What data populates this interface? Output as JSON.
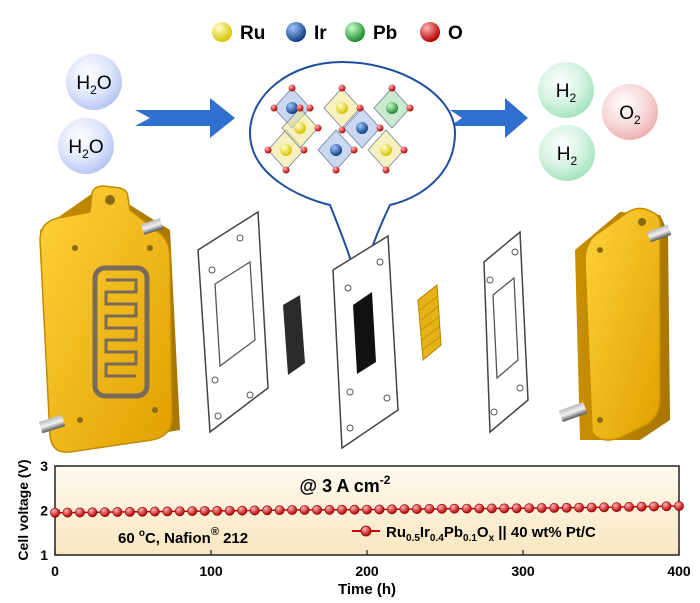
{
  "legend": [
    {
      "label": "Ru",
      "color": "#f2e51c"
    },
    {
      "label": "Ir",
      "color": "#1f5fa8"
    },
    {
      "label": "Pb",
      "color": "#2fae4a"
    },
    {
      "label": "O",
      "color": "#e0201c"
    }
  ],
  "reactants": {
    "h2o": "H",
    "h2o_sub": "2",
    "h2o_tail": "O"
  },
  "products": {
    "h2": "H",
    "h2_sub": "2",
    "o2": "O",
    "o2_sub": "2"
  },
  "colors": {
    "gold": "#f0b400",
    "blue_arrow": "#2e6fd0",
    "line": "#d40000",
    "panel_bg": "#fbf0d4"
  },
  "chart_data": {
    "type": "line",
    "xlabel": "Time (h)",
    "ylabel": "Cell voltage (V)",
    "xlim": [
      0,
      400
    ],
    "ylim": [
      1,
      3
    ],
    "xticks": [
      0,
      100,
      200,
      300,
      400
    ],
    "yticks": [
      1,
      2,
      3
    ],
    "series": [
      {
        "name": "Ru0.5Ir0.4Pb0.1Ox || 40 wt% Pt/C",
        "x": [
          0,
          50,
          100,
          150,
          200,
          250,
          300,
          350,
          400
        ],
        "y": [
          1.95,
          1.97,
          1.99,
          2.01,
          2.02,
          2.04,
          2.05,
          2.07,
          2.1
        ]
      }
    ],
    "annotation_title": "@ 3 A cm",
    "annotation_title_sup": "-2",
    "condition": "60 ",
    "condition_deg": "o",
    "condition_unit": "C, Nafion",
    "condition_reg": "®",
    "condition_num": " 212",
    "legend_parts": {
      "ru": "Ru",
      "ru_sub": "0.5",
      "ir": "Ir",
      "ir_sub": "0.4",
      "pb": "Pb",
      "pb_sub": "0.1",
      "o": "O",
      "o_sub": "x",
      "tail": " || 40 wt% Pt/C"
    }
  }
}
